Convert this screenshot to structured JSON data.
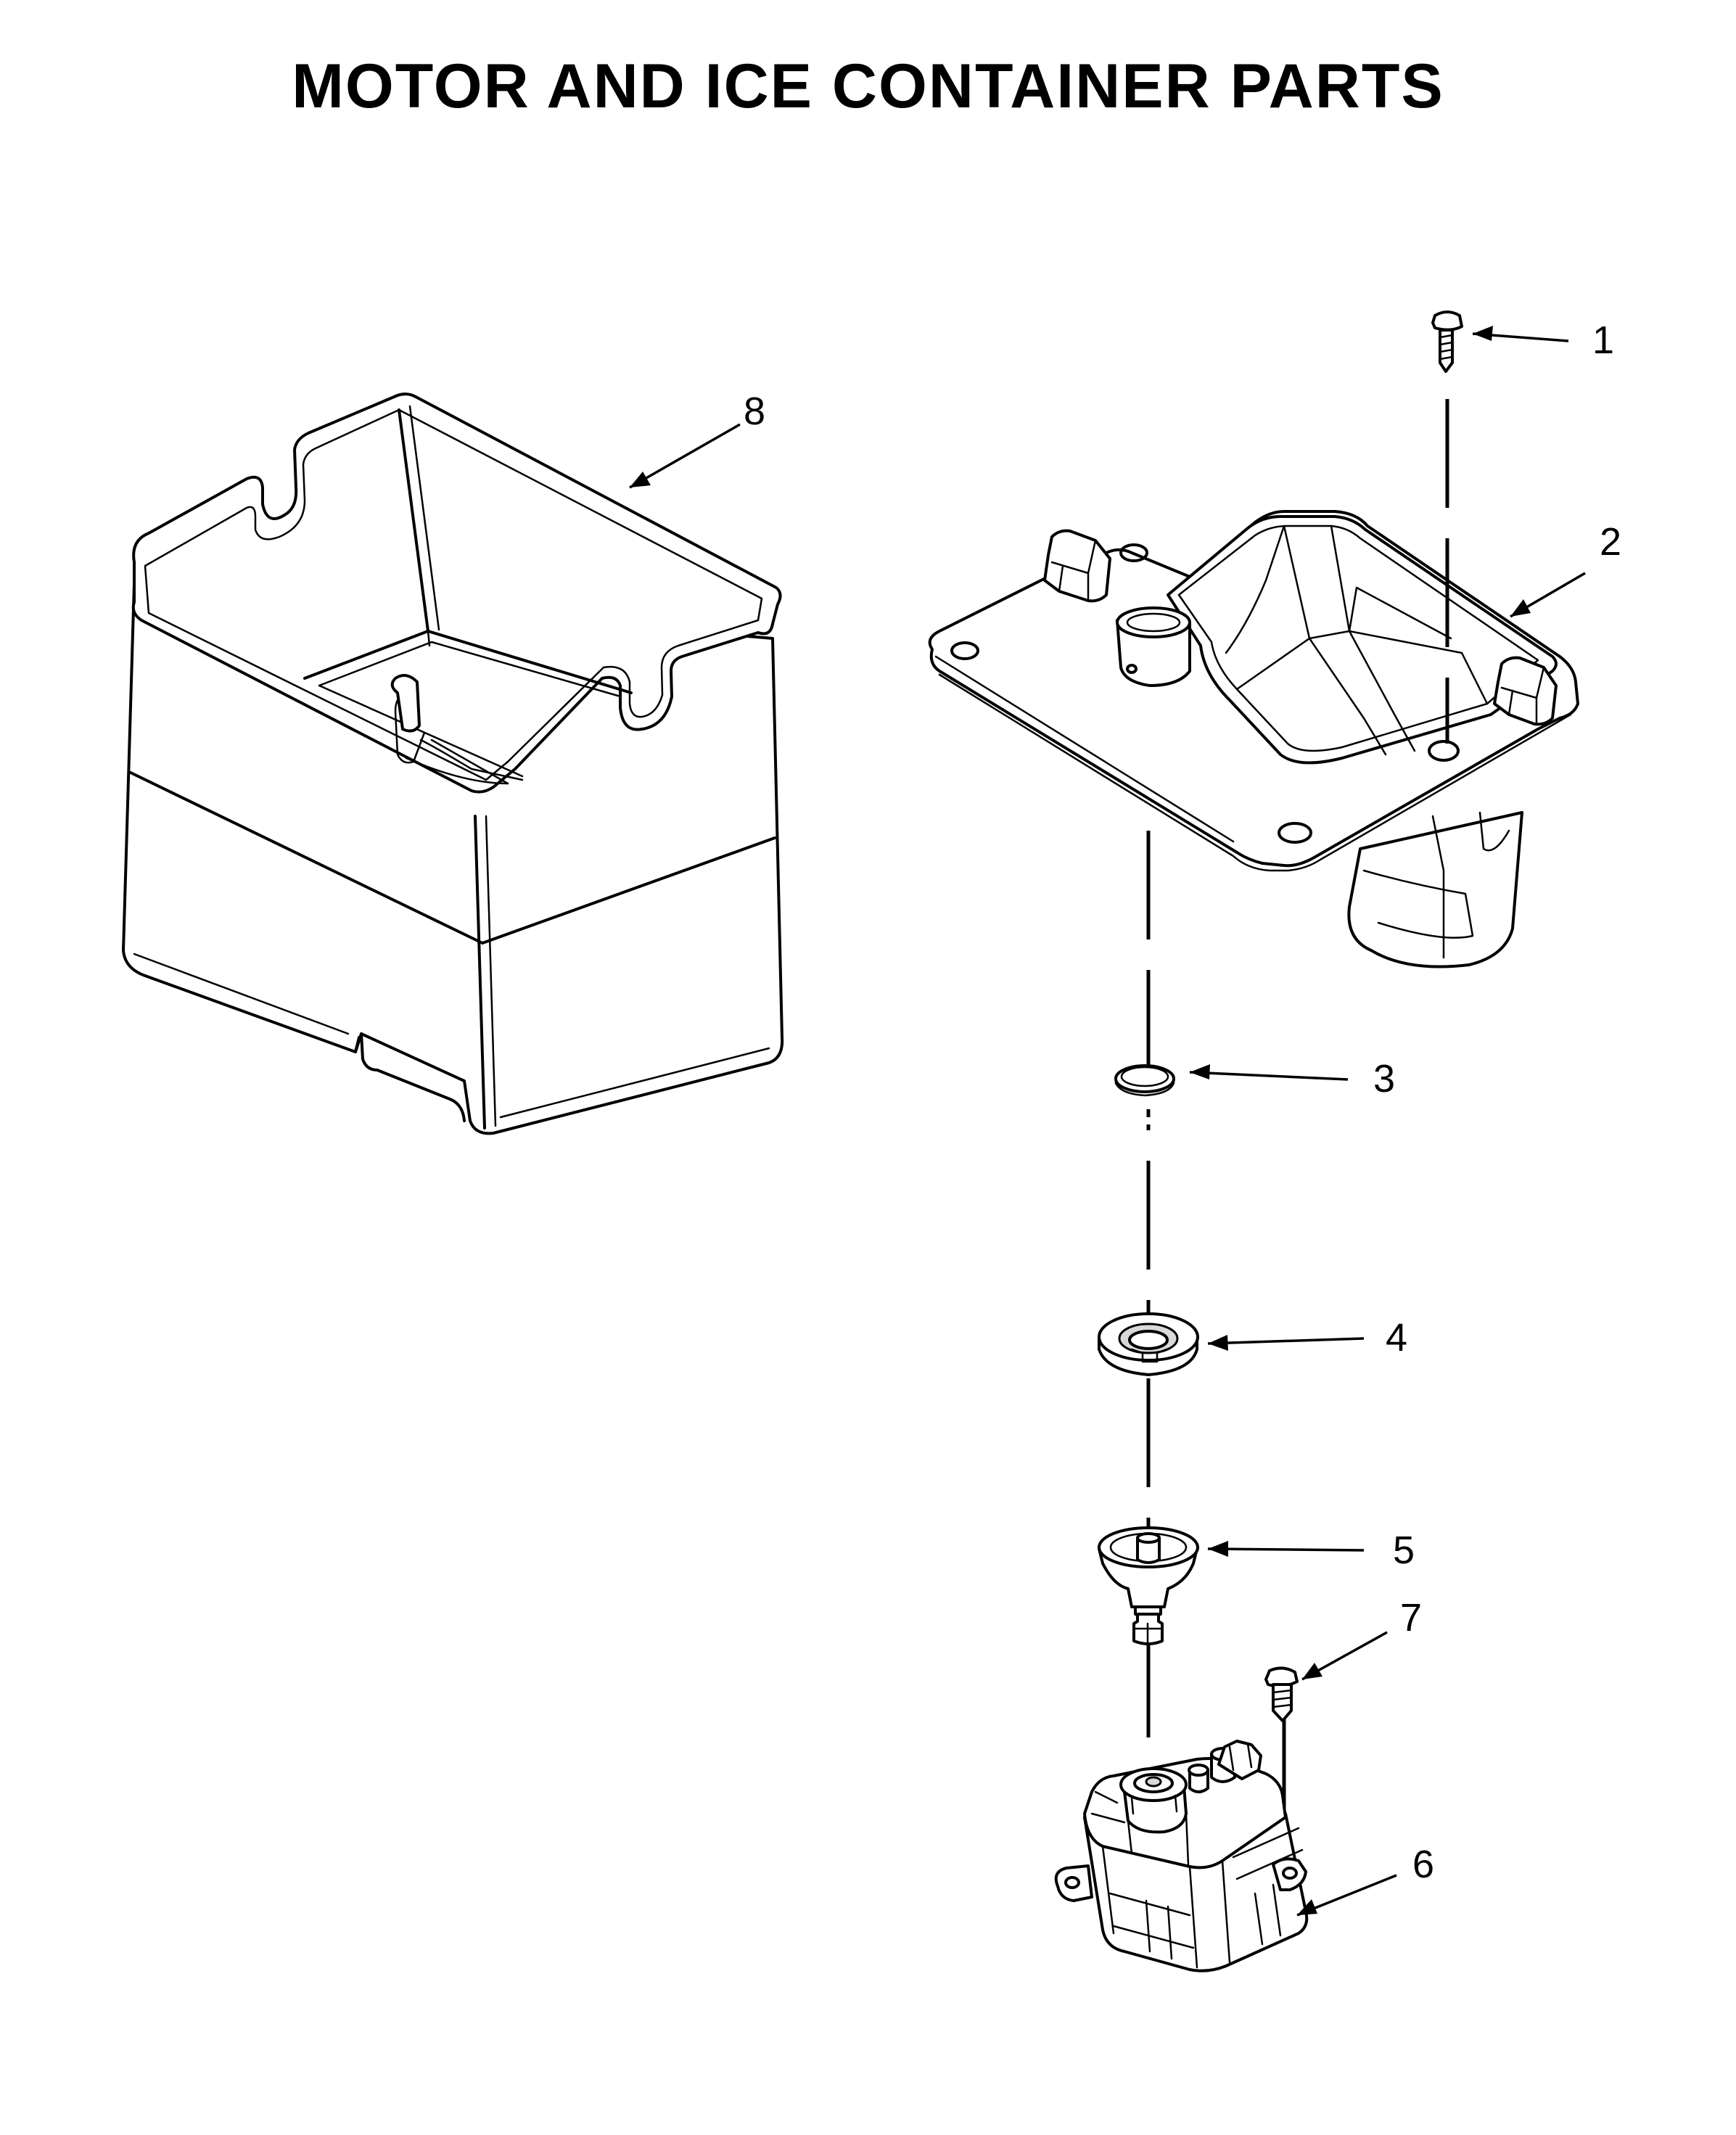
{
  "title": "MOTOR AND ICE CONTAINER PARTS",
  "callouts": [
    {
      "id": "1",
      "label": "1"
    },
    {
      "id": "2",
      "label": "2"
    },
    {
      "id": "3",
      "label": "3"
    },
    {
      "id": "4",
      "label": "4"
    },
    {
      "id": "5",
      "label": "5"
    },
    {
      "id": "6",
      "label": "6"
    },
    {
      "id": "7",
      "label": "7"
    },
    {
      "id": "8",
      "label": "8"
    }
  ],
  "colors": {
    "line": "#000000",
    "background": "#ffffff",
    "shade": "#d9d9d9"
  }
}
